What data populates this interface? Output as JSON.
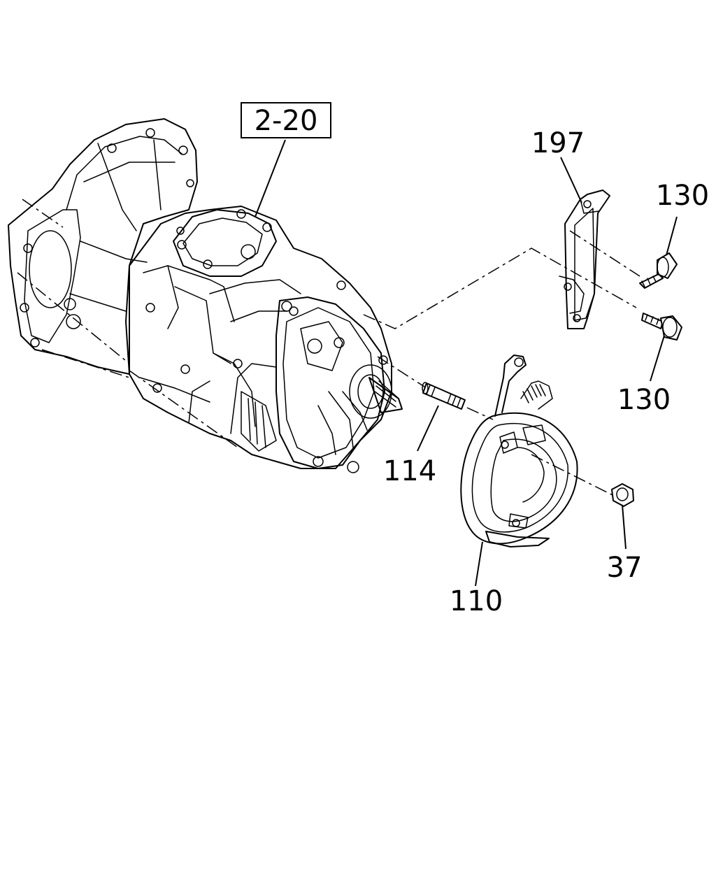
{
  "diagram": {
    "reference_box": {
      "label": "2-20"
    },
    "callouts": [
      {
        "id": "c197",
        "label": "197"
      },
      {
        "id": "c130a",
        "label": "130"
      },
      {
        "id": "c130b",
        "label": "130"
      },
      {
        "id": "c114",
        "label": "114"
      },
      {
        "id": "c110",
        "label": "110"
      },
      {
        "id": "c37",
        "label": "37"
      }
    ]
  }
}
